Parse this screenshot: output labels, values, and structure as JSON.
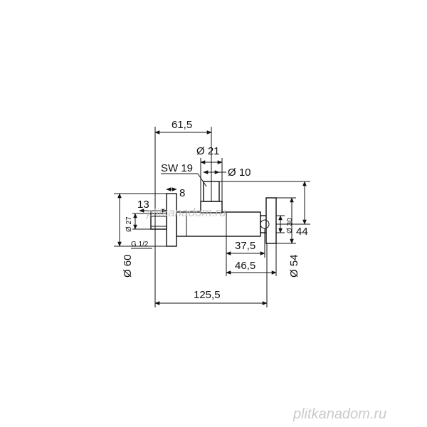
{
  "dimensions": {
    "d615": "61,5",
    "d21": "Ø 21",
    "sw19": "SW 19",
    "d10": "Ø 10",
    "d8": "8",
    "d13": "13",
    "d27": "Ø 27",
    "g12": "G 1/2",
    "d60": "Ø 60",
    "d30": "Ø 30",
    "d44": "44",
    "d375": "37,5",
    "d465": "46,5",
    "d54": "Ø 54",
    "d1255": "125,5"
  },
  "watermark": {
    "center": "plitkanadom.ru",
    "corner": "plitkanadom.ru"
  }
}
